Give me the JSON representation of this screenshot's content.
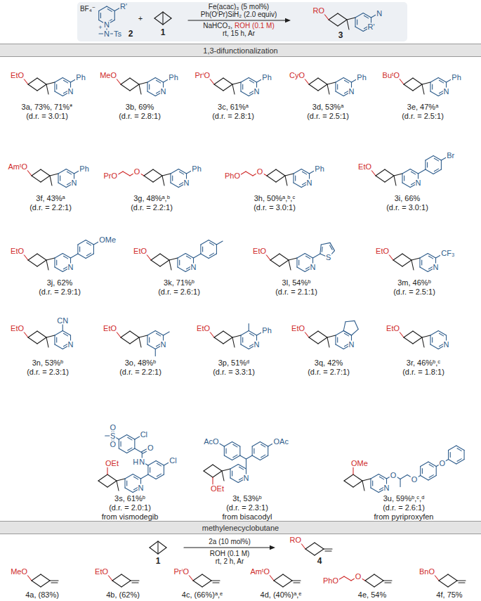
{
  "diagram": {
    "nodes": [
      {
        "text": [
          "BF₄⁻",
          "N",
          "+",
          "R'",
          "N",
          "Ts",
          "2",
          "+",
          "1",
          "Fe(acac)₃ (5 mol%)",
          "Ph(OⁱPr)SiH₂ (2.0 equiv)",
          "NaHCO₃,",
          "ROH (0.1 M)",
          "rt, 15 h, Ar",
          "RO",
          "R'",
          "N",
          "3"
        ]
      },
      {
        "text": [
          "1,3-difunctionalization"
        ]
      },
      {
        "text": [
          "methylenecyclobutane"
        ]
      }
    ],
    "labels": [
      "EtO",
      "N",
      "Ph",
      "3a, 73%, 71%*",
      "(d.r. = 3.0:1)",
      "MeO",
      "N",
      "Ph",
      "3b, 69%",
      "(d.r. = 2.8:1)",
      "PrⁱO",
      "N",
      "Ph",
      "3c, 61%ᵃ",
      "(d.r. = 2.8:1)",
      "CyO",
      "N",
      "Ph",
      "3d, 53%ᵃ",
      "(d.r. = 2.5:1)",
      "BuᵗO",
      "N",
      "Ph",
      "3e, 47%ᵃ",
      "(d.r. = 2.5:1)",
      "AmᵗO",
      "N",
      "Ph",
      "3f, 43%ᵃ",
      "(d.r. = 2.2:1)",
      "PrO",
      "O",
      "N",
      "Ph",
      "3g, 48%ᵃ,ᵇ",
      "(d.r. = 2.2:1)",
      "PhO",
      "O",
      "N",
      "Ph",
      "3h, 50%ᵃ,ᵇ,ᶜ",
      "(d.r. = 3.0:1)",
      "EtO",
      "N",
      "Br",
      "3i, 66%",
      "(d.r. = 3.0:1)",
      "EtO",
      "N",
      "OMe",
      "3j, 62%",
      "(d.r. = 2.9:1)",
      "EtO",
      "N",
      "3k, 71%ᵇ",
      "(d.r. = 2.6:1)",
      "EtO",
      "N",
      "S",
      "3l, 54%ᵇ",
      "(d.r. = 2.1:1)",
      "EtO",
      "N",
      "CF₃",
      "3m, 46%ᵇ",
      "(d.r. = 2.5:1)",
      "EtO",
      "N",
      "CN",
      "3n, 53%ᵇ",
      "(d.r. = 2.3:1)",
      "EtO",
      "N",
      "3o, 48%ᵇ",
      "(d.r. = 2.2:1)",
      "EtO",
      "N",
      "Ph",
      "3p, 51%ᵈ",
      "(d.r. = 3.3:1)",
      "EtO",
      "N",
      "3q, 42%",
      "(d.r. = 2.7:1)",
      "EtO",
      "N",
      "3r, 46%ᵇ,ᶜ",
      "(d.r. = 1.8:1)",
      "OEt",
      "N",
      "Cl",
      "N",
      "H",
      "O",
      "Cl",
      "S",
      "O",
      "O",
      "3s, 61%ᵇ",
      "(d.r. = 2.0:1)",
      "from vismodegib",
      "OEt",
      "N",
      "OAc",
      "AcO",
      "3t, 53%ᵇ",
      "(d.r. = 2.3:1)",
      "from bisacodyl",
      "OMe",
      "N",
      "O",
      "O",
      "O",
      "3u, 59%ᵇ,ᶜ,ᵈ",
      "(d.r. = 2.6:1)",
      "from pyriproxyfen",
      "1",
      "2a (10 mol%)",
      "ROH (0.1 M)",
      "rt, 2 h, Ar",
      "RO",
      "4",
      "MeO",
      "4a, (83%)",
      "EtO",
      "4b, (62%)",
      "PrⁱO",
      "4c, (66%)ᵃ,ᵉ",
      "AmᵗO",
      "4d, (40%)ᵃ,ᵉ",
      "PhO",
      "O",
      "4e, 54%",
      "BnO",
      "4f, 75%"
    ]
  }
}
